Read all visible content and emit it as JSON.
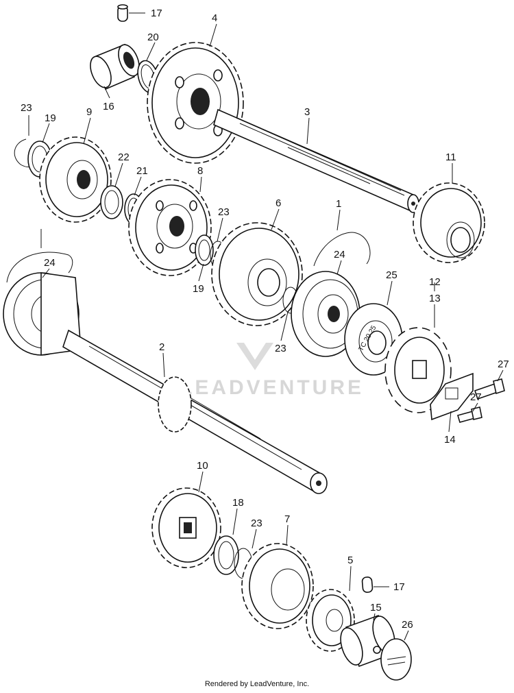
{
  "watermark": "LEADVENTURE",
  "footer": "Rendered by LeadVenture, Inc.",
  "callouts": [
    "17",
    "20",
    "4",
    "16",
    "3",
    "23",
    "19",
    "9",
    "22",
    "21",
    "8",
    "11",
    "1",
    "6",
    "23",
    "24",
    "24",
    "19",
    "23",
    "25",
    "12",
    "13",
    "2",
    "27",
    "27",
    "14",
    "10",
    "18",
    "23",
    "7",
    "5",
    "17",
    "15",
    "26"
  ],
  "stamp_text": "TC 20 25"
}
